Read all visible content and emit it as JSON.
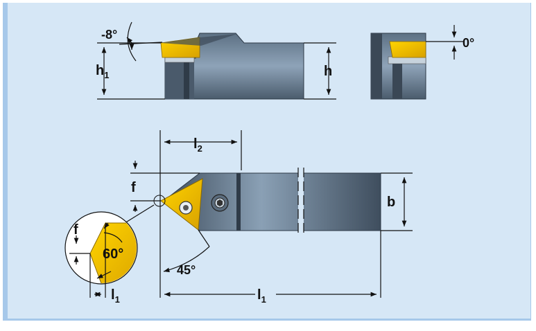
{
  "labels": {
    "angle_top": "-8°",
    "h1_main": "h",
    "h1_sub": "1",
    "h": "h",
    "angle_side": "0°",
    "l2_main": "l",
    "l2_sub": "2",
    "f_top": "f",
    "b": "b",
    "angle_bottom": "45°",
    "l1_main": "l",
    "l1_sub": "1",
    "detail_f": "f",
    "detail_angle": "60°",
    "detail_l1_main": "l",
    "detail_l1_sub": "1"
  },
  "colors": {
    "background": "#d6e7f6",
    "border": "#a6c8ea",
    "tool_dark": "#455566",
    "tool_mid": "#6b8096",
    "tool_light": "#98abbd",
    "insert_yellow": "#f4c400",
    "insert_dark": "#c99700"
  }
}
